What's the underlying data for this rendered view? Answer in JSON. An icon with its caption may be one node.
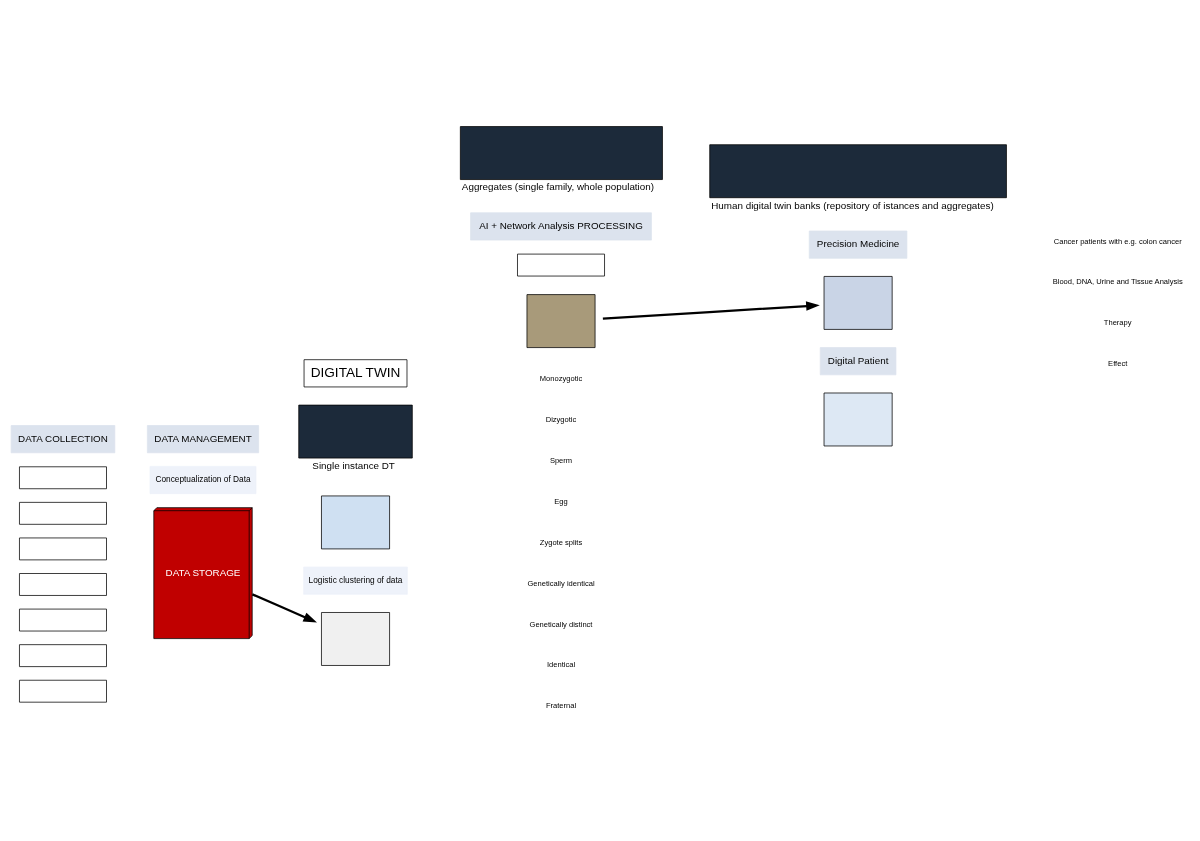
{
  "diagram": {
    "nodes": [
      {
        "text": [
          "DIGITAL TWIN"
        ]
      },
      {
        "text": [],
        "shape": "box",
        "beside": [
          "Single instance DT"
        ]
      },
      {
        "text": [],
        "shape": "box",
        "beside": [
          "Aggregates (single family, whole population)"
        ]
      },
      {
        "text": [],
        "shape": "box",
        "beside": [
          "Human digital twin banks (repository of istances and aggregates)"
        ]
      },
      {
        "text": [],
        "shape": "box"
      },
      {
        "text": [
          "DATA COLLECTION"
        ]
      },
      {
        "text": [],
        "shape": "box"
      },
      {
        "text": [],
        "shape": "box"
      },
      {
        "text": [],
        "shape": "box"
      },
      {
        "text": [],
        "shape": "box"
      },
      {
        "text": [],
        "shape": "box"
      },
      {
        "text": [],
        "shape": "box"
      },
      {
        "text": [],
        "shape": "box"
      },
      {
        "text": [
          "DATA MANAGEMENT"
        ]
      },
      {
        "text": [
          "Conceptualization of Data"
        ]
      },
      {
        "text": [
          "Logistic clustering of data"
        ]
      },
      {
        "text": [
          "DATA STORAGE"
        ]
      },
      {
        "text": [],
        "shape": "box"
      },
      {
        "text": [
          "AI + Network Analysis PROCESSING"
        ]
      },
      {
        "text": [],
        "shape": "box"
      },
      {
        "text": [],
        "shape": "box"
      },
      {
        "text": [
          "Precision Medicine"
        ]
      },
      {
        "text": [],
        "shape": "box"
      },
      {
        "text": [
          "Digital Patient"
        ]
      },
      {
        "text": [],
        "shape": "box"
      }
    ],
    "edges": [
      {
        "from": 16,
        "to": 17,
        "arrow": "to"
      },
      {
        "from": 20,
        "to": 22,
        "arrow": "to"
      }
    ],
    "labels": [
      "Monozygotic",
      "Dizygotic",
      "Sperm",
      "Egg",
      "Zygote splits",
      "Genetically identical",
      "Genetically distinct",
      "Identical",
      "Fraternal",
      "Cancer patients with e.g. colon cancer",
      "Blood, DNA, Urine and Tissue Analysis",
      "Therapy",
      "Effect"
    ]
  }
}
